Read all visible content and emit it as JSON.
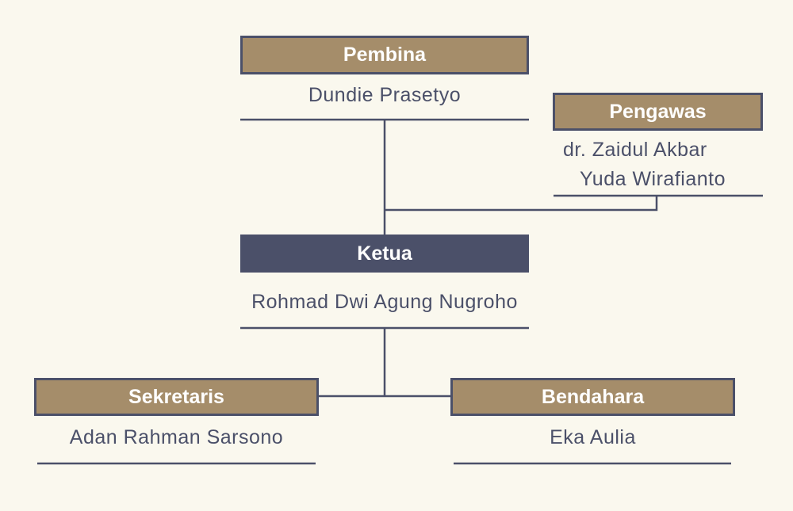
{
  "colors": {
    "background": "#faf8ee",
    "role_box": "#a58d6a",
    "leader_box": "#4b5069",
    "line": "#4b5069"
  },
  "pembina": {
    "title": "Pembina",
    "name": "Dundie Prasetyo"
  },
  "pengawas": {
    "title": "Pengawas",
    "names": [
      "dr. Zaidul Akbar",
      "Yuda Wirafianto"
    ]
  },
  "ketua": {
    "title": "Ketua",
    "name": "Rohmad Dwi Agung Nugroho"
  },
  "sekretaris": {
    "title": "Sekretaris",
    "name": "Adan Rahman Sarsono"
  },
  "bendahara": {
    "title": "Bendahara",
    "name": "Eka Aulia"
  }
}
